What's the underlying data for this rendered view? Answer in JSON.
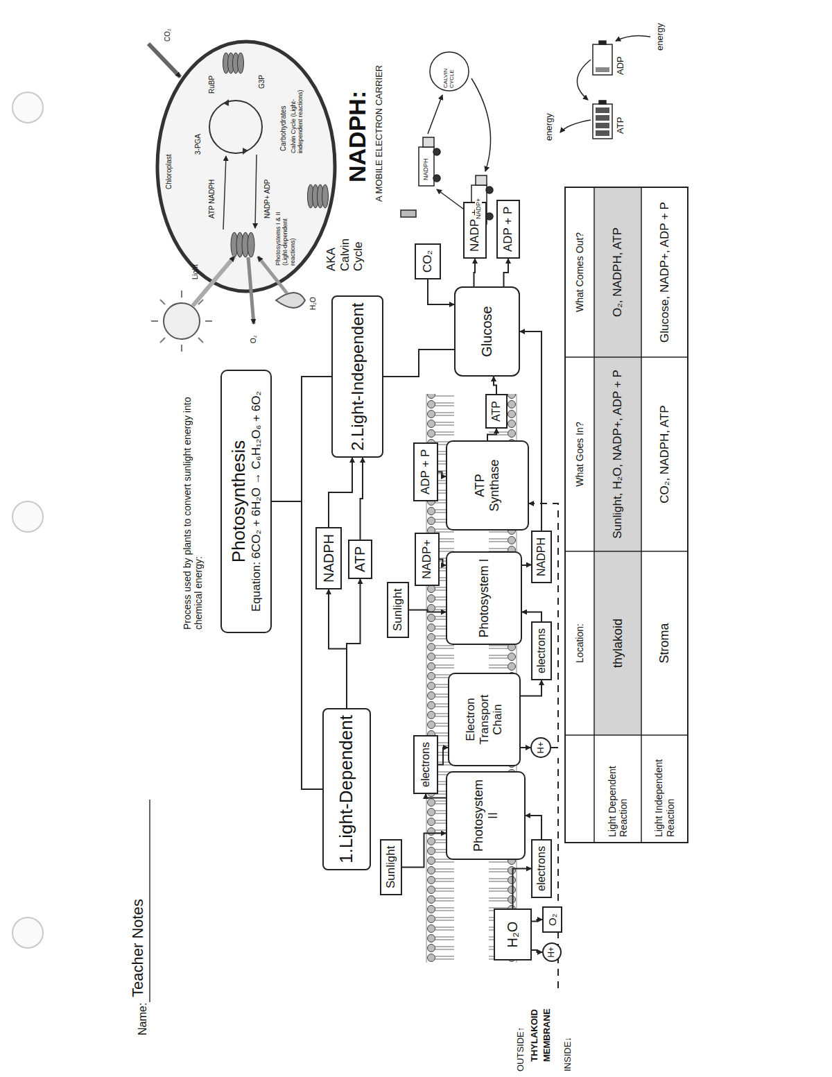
{
  "diagram": {
    "nodes": [
      {
        "text": [
          "Photosynthesis",
          "Equation: 6CO₂ + 6H₂O → C₆H₁₂O₆ + 6O₂"
        ]
      },
      {
        "text": [
          "1.Light-Dependent"
        ]
      },
      {
        "text": [
          "NADPH"
        ]
      },
      {
        "text": [
          "ATP"
        ]
      },
      {
        "text": [
          "2.Light-Independent"
        ]
      },
      {
        "text": [
          "Sunlight"
        ]
      },
      {
        "text": [
          "Photosystem II"
        ]
      },
      {
        "text": [
          "electrons"
        ]
      },
      {
        "text": [
          "Electron Transport Chain"
        ]
      },
      {
        "text": [
          "Sunlight"
        ]
      },
      {
        "text": [
          "Photosystem I"
        ]
      },
      {
        "text": [
          "NADP+"
        ]
      },
      {
        "text": [
          "ATP Synthase"
        ]
      },
      {
        "text": [
          "ADP + P"
        ]
      },
      {
        "text": [
          "Glucose"
        ]
      },
      {
        "text": [
          "CO₂"
        ]
      },
      {
        "text": [
          "NADP +"
        ]
      },
      {
        "text": [
          "ADP + P"
        ]
      },
      {
        "text": [
          "H₂O"
        ]
      },
      {
        "text": [
          "O₂"
        ]
      },
      {
        "text": [
          "H+"
        ]
      },
      {
        "text": [
          "electrons"
        ]
      },
      {
        "text": [
          "H+"
        ]
      },
      {
        "text": [
          "electrons"
        ]
      },
      {
        "text": [
          "NADPH"
        ]
      },
      {
        "text": [
          "ATP"
        ]
      }
    ],
    "edges": [
      {
        "from": 0,
        "to": 1,
        "arrow": "none"
      },
      {
        "from": 0,
        "to": 4,
        "arrow": "none"
      },
      {
        "from": 1,
        "to": 2,
        "arrow": "to"
      },
      {
        "from": 1,
        "to": 3,
        "arrow": "to"
      },
      {
        "from": 2,
        "to": 4,
        "arrow": "to"
      },
      {
        "from": 3,
        "to": 4,
        "arrow": "to"
      },
      {
        "from": 4,
        "to": 14,
        "arrow": "none"
      },
      {
        "from": 5,
        "to": 6,
        "arrow": "to"
      },
      {
        "from": 6,
        "to": 7,
        "arrow": "to"
      },
      {
        "from": 7,
        "to": 8,
        "arrow": "to"
      },
      {
        "from": 9,
        "to": 10,
        "arrow": "to"
      },
      {
        "from": 11,
        "to": 10,
        "arrow": "to"
      },
      {
        "from": 8,
        "to": 22,
        "arrow": "to"
      },
      {
        "from": 8,
        "to": 23,
        "arrow": "to"
      },
      {
        "from": 23,
        "to": 10,
        "arrow": "to"
      },
      {
        "from": 10,
        "to": 24,
        "arrow": "to"
      },
      {
        "from": 24,
        "to": 14,
        "arrow": "to"
      },
      {
        "from": 13,
        "to": 12,
        "arrow": "to"
      },
      {
        "from": 12,
        "to": 25,
        "arrow": "to"
      },
      {
        "from": 25,
        "to": 14,
        "arrow": "to"
      },
      {
        "from": 15,
        "to": 14,
        "arrow": "to"
      },
      {
        "from": 14,
        "to": 16,
        "arrow": "to"
      },
      {
        "from": 14,
        "to": 17,
        "arrow": "to"
      },
      {
        "from": 18,
        "to": 21,
        "arrow": "to"
      },
      {
        "from": 18,
        "to": 19,
        "arrow": "to"
      },
      {
        "from": 18,
        "to": 20,
        "arrow": "to"
      },
      {
        "from": 21,
        "to": 6,
        "arrow": "to"
      },
      {
        "from": 22,
        "to": 12,
        "arrow": "to"
      }
    ],
    "labels": [
      "Name:",
      "Teacher Notes",
      "Process used by plants to convert sunlight energy into chemical energy:",
      "AKA Calvin Cycle",
      "OUTSIDE↑",
      "THYLAKOID",
      "MEMBRANE",
      "INSIDE↓",
      "Location:",
      "What Goes In?",
      "What Comes Out?",
      "Light Dependent Reaction",
      "thylakoid",
      "Sunlight, H₂O, NADP+, ADP + P",
      "O₂, NADPH, ATP",
      "Light Independent Reaction",
      "Stroma",
      "CO₂, NADPH, ATP",
      "Glucose, NADP+, ADP + P",
      "NADPH:",
      "A MOBILE ELECTRON CARRIER",
      "ATP",
      "ADP",
      "energy",
      "energy",
      "Chloroplast",
      "3-PGA",
      "RuBP",
      "G3P",
      "ATP NADPH",
      "NADP+ ADP",
      "Carbohydrates",
      "Calvin Cycle (Light-independent reactions)",
      "Photosystems I & II (Light-dependent reactions)",
      "Light",
      "H₂O",
      "O₂",
      "CO₂",
      "NADPH",
      "NADP+",
      "CALVIN CYCLE"
    ]
  }
}
